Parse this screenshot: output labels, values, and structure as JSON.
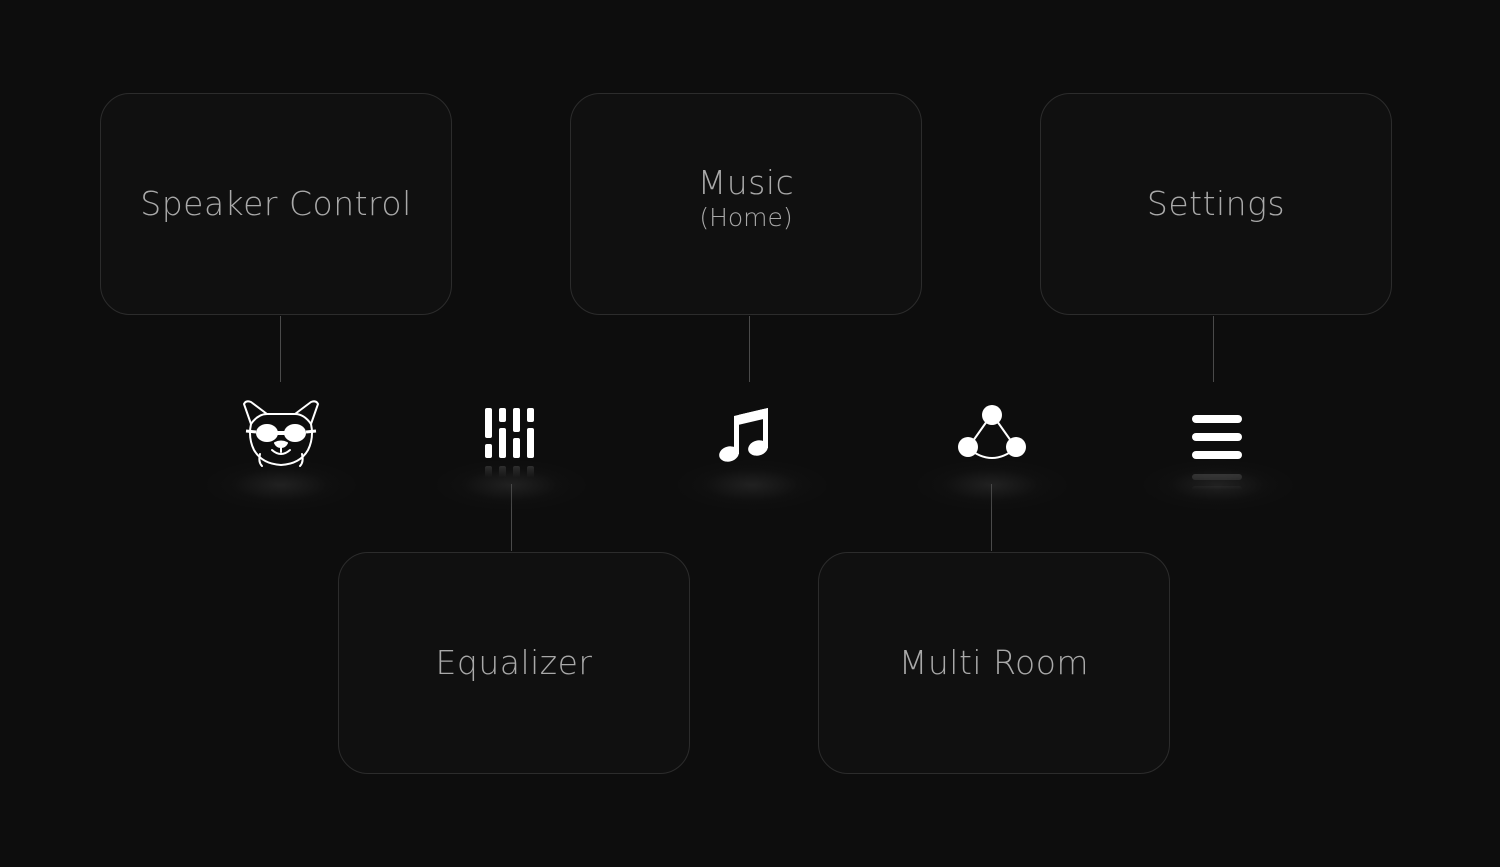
{
  "nodes": {
    "speaker_control": {
      "title": "Speaker Control"
    },
    "music": {
      "title": "Music",
      "subtitle": "(Home)"
    },
    "settings": {
      "title": "Settings"
    },
    "equalizer": {
      "title": "Equalizer"
    },
    "multi_room": {
      "title": "Multi Room"
    }
  },
  "icons": [
    "bulldog-icon",
    "equalizer-icon",
    "music-note-icon",
    "multi-room-icon",
    "menu-icon"
  ],
  "colors": {
    "background": "#0d0d0d",
    "card_border": "#2c2c2c",
    "text": "#a9a9a9",
    "icon": "#ffffff"
  }
}
